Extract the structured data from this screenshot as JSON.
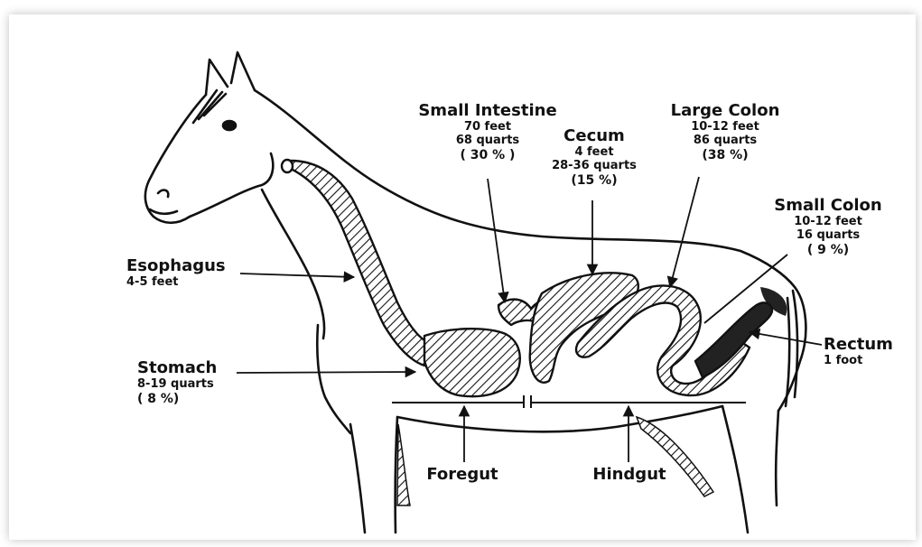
{
  "labels": {
    "small_intestine": {
      "name": "Small Intestine",
      "length": "70 feet",
      "volume": "68 quarts",
      "percent": "( 30 % )"
    },
    "cecum": {
      "name": "Cecum",
      "length": "4 feet",
      "volume": "28-36 quarts",
      "percent": "(15 %)"
    },
    "large_colon": {
      "name": "Large Colon",
      "length": "10-12 feet",
      "volume": "86 quarts",
      "percent": "(38 %)"
    },
    "small_colon": {
      "name": "Small Colon",
      "length": "10-12 feet",
      "volume": "16 quarts",
      "percent": "( 9 %)"
    },
    "esophagus": {
      "name": "Esophagus",
      "length": "4-5 feet"
    },
    "stomach": {
      "name": "Stomach",
      "volume": "8-19 quarts",
      "percent": "( 8 %)"
    },
    "rectum": {
      "name": "Rectum",
      "length": "1 foot"
    },
    "foregut": {
      "name": "Foregut"
    },
    "hindgut": {
      "name": "Hindgut"
    }
  },
  "colors": {
    "ink": "#111111",
    "background": "#ffffff"
  }
}
